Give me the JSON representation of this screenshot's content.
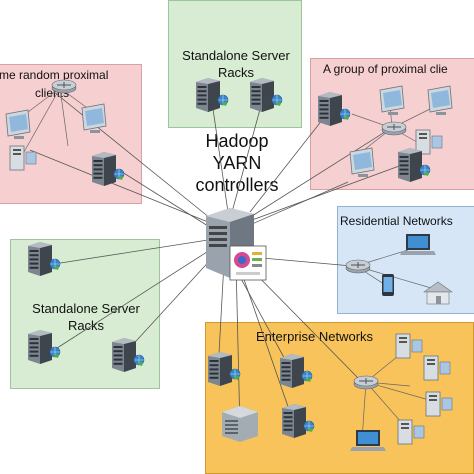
{
  "colors": {
    "green": "#d7ecd2",
    "pink": "#f6cfd0",
    "blue": "#d6e6f7",
    "orange": "#f7c35a",
    "line": "#555555"
  },
  "zones": {
    "top_standalone": {
      "label": "Standalone Server\nRacks"
    },
    "left_clients": {
      "label": "me random proximal\nclients"
    },
    "right_clients": {
      "label": "A group of proximal clie"
    },
    "residential": {
      "label": "Residential Networks"
    },
    "bottom_standalone": {
      "label": "Standalone Server\nRacks"
    },
    "enterprise": {
      "label": "Enterprise Networks"
    }
  },
  "center": {
    "label": "Hadoop\nYARN\ncontrollers"
  },
  "devices": [
    {
      "id": "ts1",
      "kind": "server"
    },
    {
      "id": "ts2",
      "kind": "server"
    },
    {
      "id": "lc_mon1",
      "kind": "monitor"
    },
    {
      "id": "lc_router",
      "kind": "router"
    },
    {
      "id": "lc_mon2",
      "kind": "monitor"
    },
    {
      "id": "lc_pc",
      "kind": "pc"
    },
    {
      "id": "lc_tower",
      "kind": "server"
    },
    {
      "id": "rc_srv",
      "kind": "server"
    },
    {
      "id": "rc_mon1",
      "kind": "monitor"
    },
    {
      "id": "rc_mon2",
      "kind": "monitor"
    },
    {
      "id": "rc_router",
      "kind": "router"
    },
    {
      "id": "rc_pc",
      "kind": "pc"
    },
    {
      "id": "rc_mon3",
      "kind": "monitor"
    },
    {
      "id": "rc_tower",
      "kind": "server"
    },
    {
      "id": "rn_router",
      "kind": "router"
    },
    {
      "id": "rn_laptop",
      "kind": "laptop"
    },
    {
      "id": "rn_phone",
      "kind": "phone"
    },
    {
      "id": "rn_house",
      "kind": "house"
    },
    {
      "id": "bs1",
      "kind": "server"
    },
    {
      "id": "bs2",
      "kind": "server"
    },
    {
      "id": "bs3",
      "kind": "server"
    },
    {
      "id": "en_srv1",
      "kind": "server"
    },
    {
      "id": "en_srv2",
      "kind": "server"
    },
    {
      "id": "en_storage",
      "kind": "storage"
    },
    {
      "id": "en_srv3",
      "kind": "server"
    },
    {
      "id": "en_router",
      "kind": "router"
    },
    {
      "id": "en_pc1",
      "kind": "pc"
    },
    {
      "id": "en_pc2",
      "kind": "pc"
    },
    {
      "id": "en_pc3",
      "kind": "pc"
    },
    {
      "id": "en_laptop",
      "kind": "laptop"
    },
    {
      "id": "en_pc4",
      "kind": "pc"
    }
  ]
}
